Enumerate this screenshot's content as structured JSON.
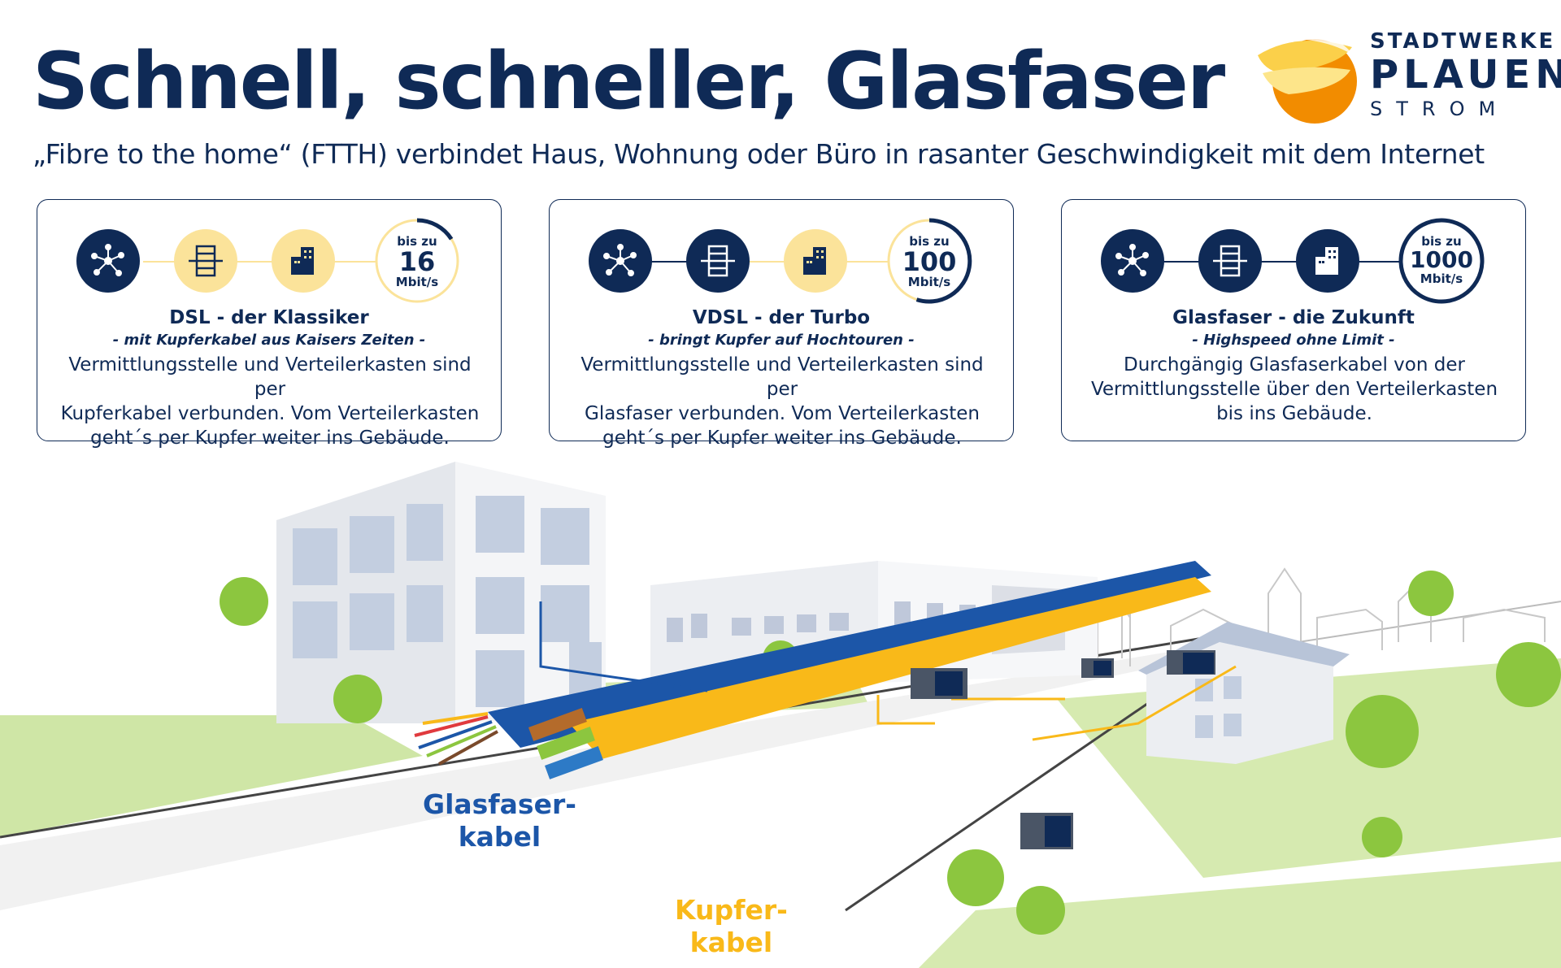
{
  "title": "Schnell, schneller, Glasfaser",
  "subtitle": "„Fibre to the home“ (FTTH) verbindet Haus, Wohnung oder Büro in rasanter Geschwindigkeit mit dem Internet",
  "logo": {
    "line1": "STADTWERKE",
    "line2": "PLAUEN",
    "line3": "STROM"
  },
  "colors": {
    "navy": "#0f2a56",
    "yellow": "#fbe39a",
    "copper": "#f9b919",
    "fiber": "#1c56a8",
    "green": "#c8e19a"
  },
  "cards": [
    {
      "heading": "DSL - der Klassiker",
      "tagline": "- mit Kupferkabel aus Kaisers Zeiten -",
      "desc1": "Vermittlungsstelle und Verteilerkasten sind per",
      "desc2": "Kupferkabel verbunden. Vom Verteilerkasten",
      "desc3": "geht´s per Kupfer weiter ins Gebäude.",
      "speed_pre": "bis zu",
      "speed_value": "16",
      "speed_unit": "Mbit/s",
      "icons": [
        "network-icon",
        "distribution-box-icon",
        "building-icon"
      ]
    },
    {
      "heading": "VDSL - der Turbo",
      "tagline": "- bringt Kupfer auf Hochtouren -",
      "desc1": "Vermittlungsstelle und Verteilerkasten sind per",
      "desc2": "Glasfaser verbunden. Vom Verteilerkasten",
      "desc3": "geht´s per Kupfer weiter ins Gebäude.",
      "speed_pre": "bis zu",
      "speed_value": "100",
      "speed_unit": "Mbit/s",
      "icons": [
        "network-icon",
        "distribution-box-icon",
        "building-icon"
      ]
    },
    {
      "heading": "Glasfaser - die Zukunft",
      "tagline": "- Highspeed ohne Limit -",
      "desc1": "Durchgängig Glasfaserkabel von der",
      "desc2": "Vermittlungsstelle über den Verteilerkasten",
      "desc3": "bis ins Gebäude.",
      "speed_pre": "bis zu",
      "speed_value": "1000",
      "speed_unit": "Mbit/s",
      "icons": [
        "network-icon",
        "distribution-box-icon",
        "building-icon"
      ]
    }
  ],
  "speed_gauge_fill": [
    0.16,
    0.55,
    1.0
  ],
  "labels": {
    "fiber_l1": "Glasfaser-",
    "fiber_l2": "kabel",
    "copper_l1": "Kupfer-",
    "copper_l2": "kabel"
  }
}
